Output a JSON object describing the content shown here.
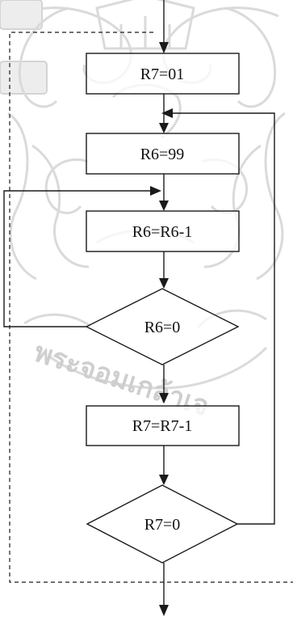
{
  "diagram": {
    "type": "flowchart",
    "nodes": {
      "set_r7": "R7=01",
      "set_r6": "R6=99",
      "dec_r6": "R6=R6-1",
      "test_r6": "R6=0",
      "dec_r7": "R7=R7-1",
      "test_r7": "R7=0"
    }
  },
  "watermark": {
    "text": "พระจอมเกล้าเจ"
  }
}
